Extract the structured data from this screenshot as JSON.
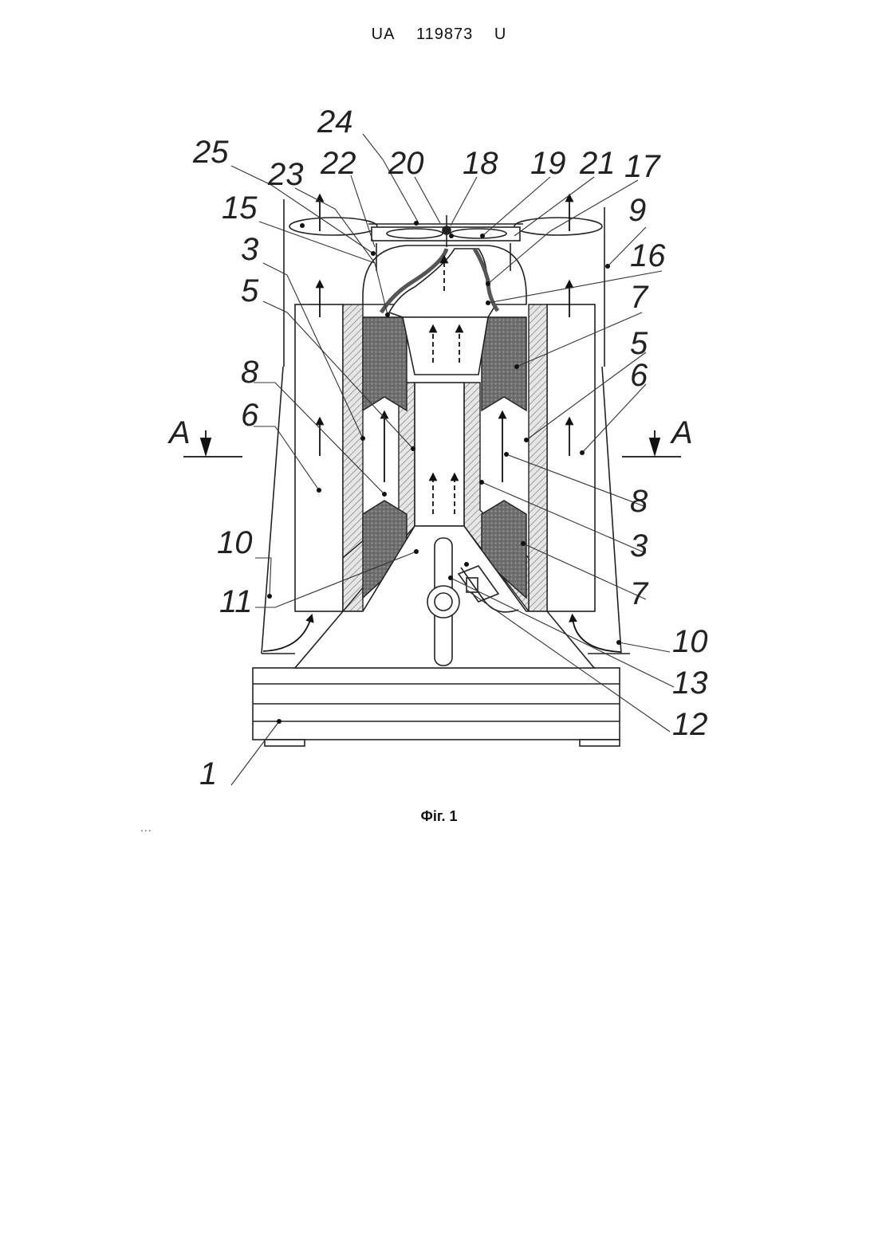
{
  "header": {
    "country": "UA",
    "number": "119873",
    "kind": "U"
  },
  "figure": {
    "caption": "Фіг. 1",
    "section_mark": "A",
    "labels": {
      "l1": "1",
      "l3a": "3",
      "l3b": "3",
      "l5a": "5",
      "l5b": "5",
      "l6a": "6",
      "l6b": "6",
      "l7a": "7",
      "l7b": "7",
      "l8a": "8",
      "l8b": "8",
      "l9": "9",
      "l10a": "10",
      "l10b": "10",
      "l11": "11",
      "l12": "12",
      "l13": "13",
      "l15": "15",
      "l16": "16",
      "l17": "17",
      "l18": "18",
      "l19": "19",
      "l20": "20",
      "l21": "21",
      "l22": "22",
      "l23": "23",
      "l24": "24",
      "l25": "25"
    }
  },
  "footer": {
    "ellipsis": "..."
  }
}
